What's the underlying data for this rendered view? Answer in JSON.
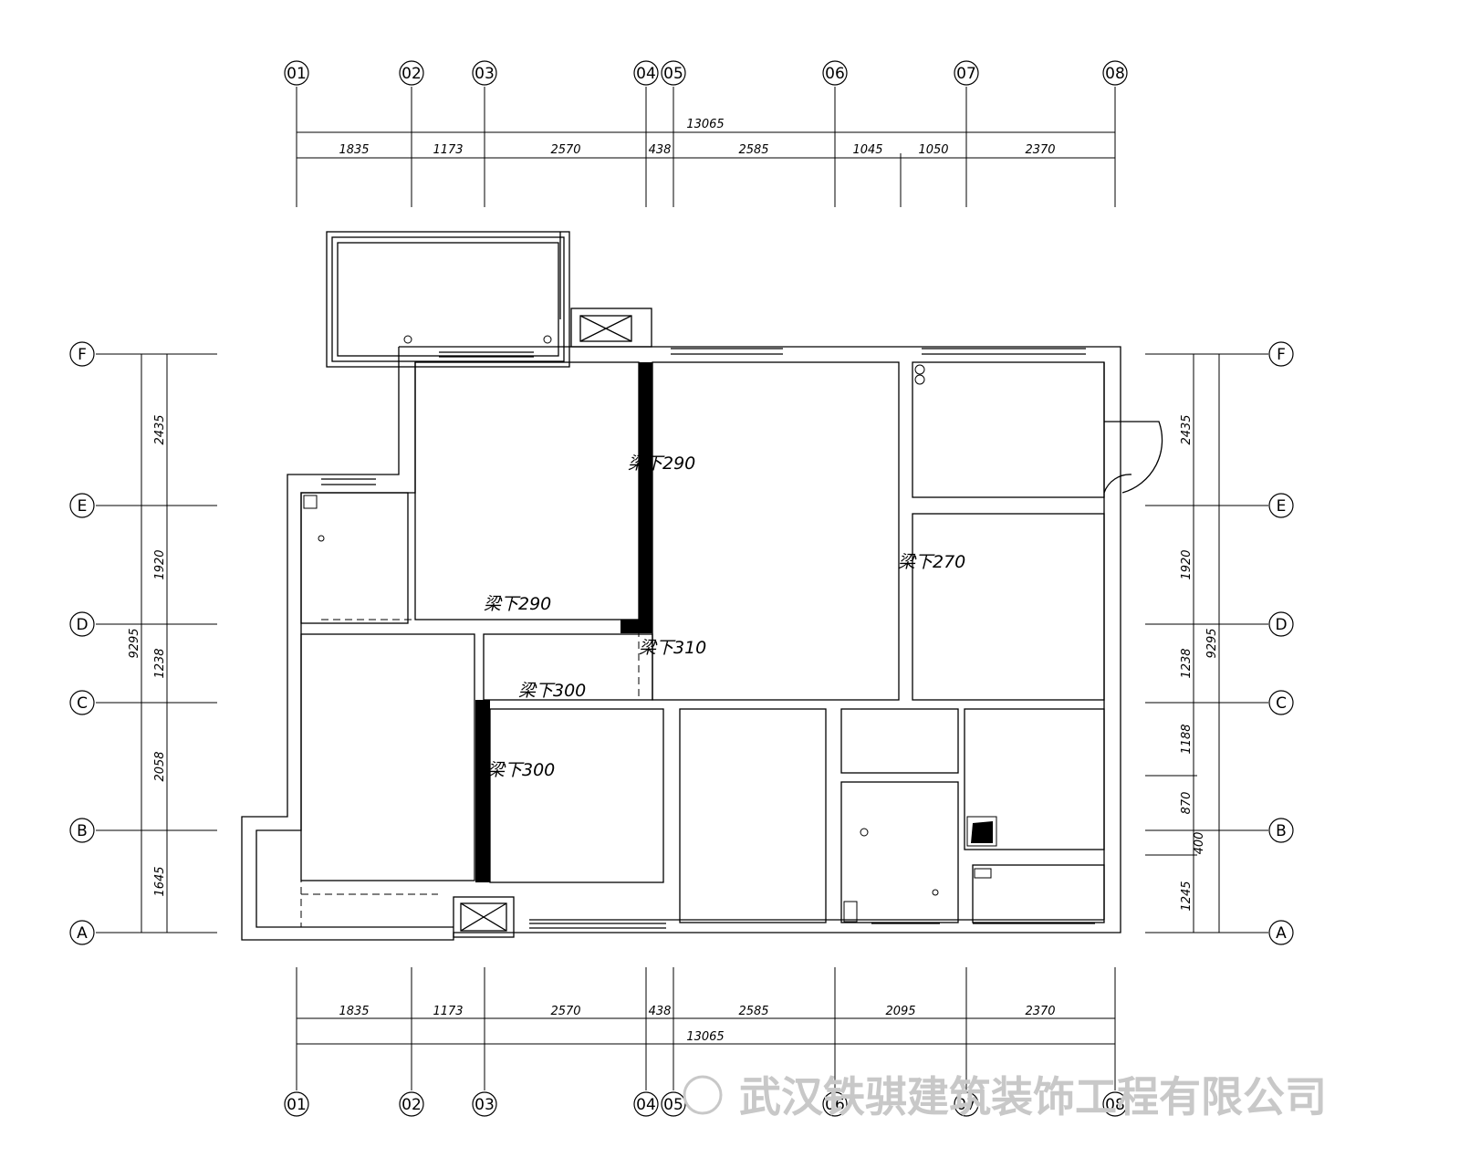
{
  "grid": {
    "columns": [
      "01",
      "02",
      "03",
      "04",
      "05",
      "06",
      "07",
      "08"
    ],
    "rows": [
      "F",
      "E",
      "D",
      "C",
      "B",
      "A"
    ]
  },
  "dimensions": {
    "top_total": "13065",
    "top_segments": [
      "1835",
      "1173",
      "2570",
      "438",
      "2585",
      "1045",
      "1050",
      "2370"
    ],
    "bottom_total": "13065",
    "bottom_segments": [
      "1835",
      "1173",
      "2570",
      "438",
      "2585",
      "2095",
      "2370"
    ],
    "left_total": "9295",
    "left_segments": [
      "2435",
      "1920",
      "1238",
      "2058",
      "1645"
    ],
    "right_total": "9295",
    "right_segments": [
      "2435",
      "1920",
      "1238",
      "1188",
      "870",
      "400",
      "1245"
    ]
  },
  "beam_labels": [
    "梁下290",
    "梁下290",
    "梁下270",
    "梁下310",
    "梁下300",
    "梁下300"
  ],
  "watermark": "武汉铁骐建筑装饰工程有限公司"
}
